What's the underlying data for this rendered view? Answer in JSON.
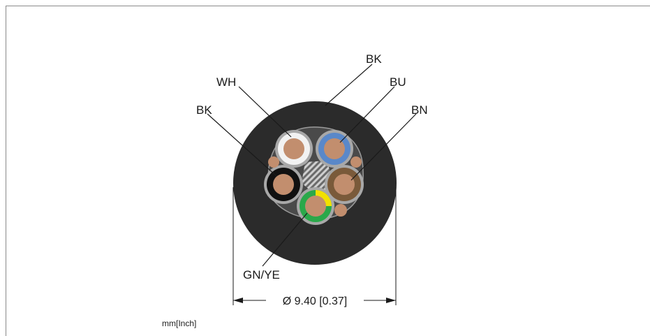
{
  "cross_section": {
    "outer_jacket_color": "BK",
    "conductors": [
      {
        "label": "WH",
        "color": "#f2f2f2"
      },
      {
        "label": "BU",
        "color": "#5a88c9"
      },
      {
        "label": "BK",
        "color": "#111111"
      },
      {
        "label": "BN",
        "color": "#7a5a3a"
      },
      {
        "label": "GN/YE",
        "color": "#2aa84a",
        "stripe": "#f2e100"
      }
    ],
    "copper_color": "#c28e6e",
    "jacket_color": "#2b2b2b",
    "shield_color": "#9a9a9a"
  },
  "labels": {
    "outer": "BK",
    "wh": "WH",
    "bu": "BU",
    "bk": "BK",
    "bn": "BN",
    "gnye": "GN/YE"
  },
  "dimension": {
    "text": "Ø 9.40 [0.37]"
  },
  "unit_note": "mm[Inch]"
}
